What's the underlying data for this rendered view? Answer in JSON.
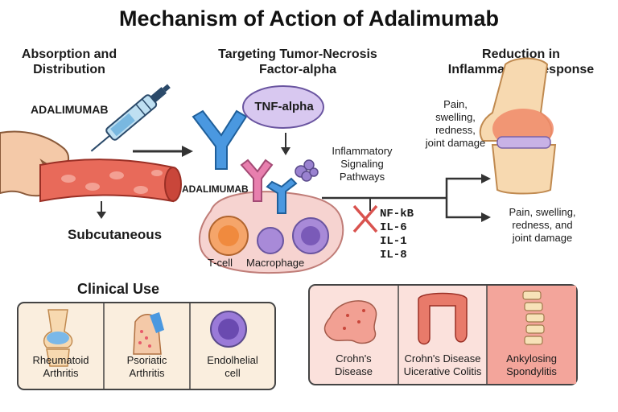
{
  "title": "Mechanism of Action of Adalimumab",
  "sections": {
    "absorption": {
      "heading_line1": "Absorption and",
      "heading_line2": "Distribution",
      "drug_label": "ADALIMUMAB",
      "route_label": "Subcutaneous"
    },
    "targeting": {
      "heading_line1": "Targeting Tumor-Necrosis",
      "heading_line2": "Factor-alpha",
      "tnf_label": "TNF-alpha",
      "antibody_label": "ADALIMUMAB",
      "pathways_line1": "Inflammatory",
      "pathways_line2": "Signaling",
      "pathways_line3": "Pathways",
      "cells": [
        "T-cell",
        "Macrophage"
      ],
      "cytokines": [
        "NF-kB",
        "IL-6",
        "IL-1",
        "IL-8"
      ]
    },
    "reduction": {
      "heading_line1": "Reduction in",
      "heading_line2": "Inflammatory Response",
      "symptoms_top": [
        "Pain,",
        "swelling,",
        "redness,",
        "joint damage"
      ],
      "symptoms_bottom": [
        "Pain, swelling,",
        "redness, and",
        "joint damage"
      ]
    }
  },
  "clinical_use": {
    "heading": "Clinical Use",
    "left_panel": [
      {
        "line1": "Rheumatoid",
        "line2": "Arthritis",
        "icon": "knee-joint-icon"
      },
      {
        "line1": "Psoriatic",
        "line2": "Arthritis",
        "icon": "finger-joint-icon"
      },
      {
        "line1": "Endolhelial",
        "line2": "cell",
        "icon": "cell-icon"
      }
    ],
    "right_panel": [
      {
        "line1": "Crohn's",
        "line2": "Disease",
        "icon": "intestine-tissue-icon"
      },
      {
        "line1": "Crohn's Disease",
        "line2": "Uicerative Colitis",
        "icon": "colon-icon"
      },
      {
        "line1": "Ankylosing",
        "line2": "Spondylitis",
        "icon": "spine-icon"
      }
    ]
  },
  "colors": {
    "accent_red": "#d9534f",
    "antibody_blue": "#3f8fd8",
    "tnf_purple": "#d8c8f0",
    "panel_left_bg": "#faeede",
    "panel_right_bg": "#fbe1dc"
  }
}
